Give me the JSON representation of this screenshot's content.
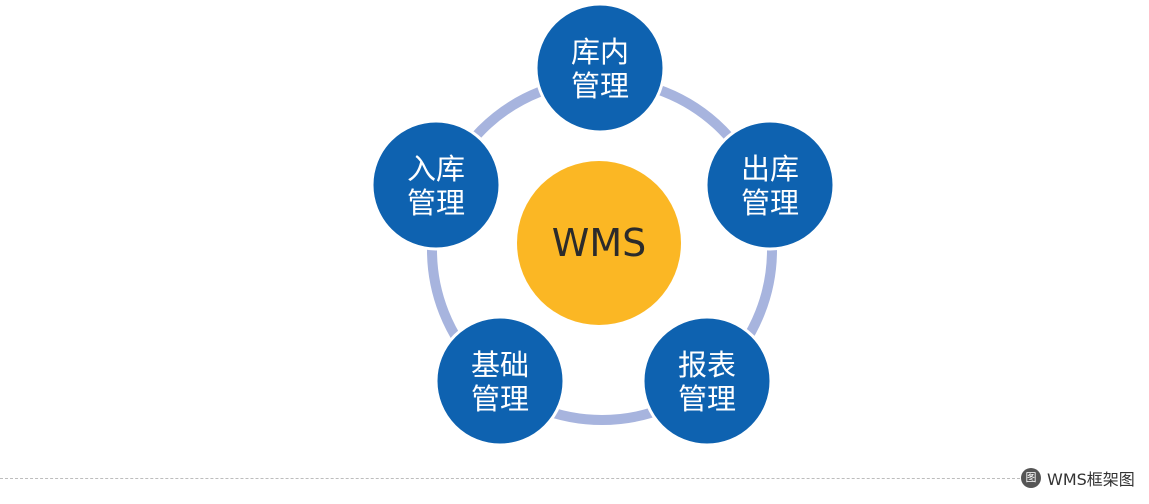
{
  "colors": {
    "node_fill": "#0e62b0",
    "node_stroke": "#ffffff",
    "center_fill": "#fbb724",
    "ring": "#a7b4de"
  },
  "diagram": {
    "center": {
      "label": "WMS"
    },
    "nodes": [
      {
        "id": "warehouse-internal",
        "line1": "库内",
        "line2": "管理"
      },
      {
        "id": "outbound",
        "line1": "出库",
        "line2": "管理"
      },
      {
        "id": "reports",
        "line1": "报表",
        "line2": "管理"
      },
      {
        "id": "base-data",
        "line1": "基础",
        "line2": "管理"
      },
      {
        "id": "inbound",
        "line1": "入库",
        "line2": "管理"
      }
    ]
  },
  "caption": {
    "icon": "image-icon",
    "icon_glyph": "图",
    "text": "WMS框架图"
  }
}
